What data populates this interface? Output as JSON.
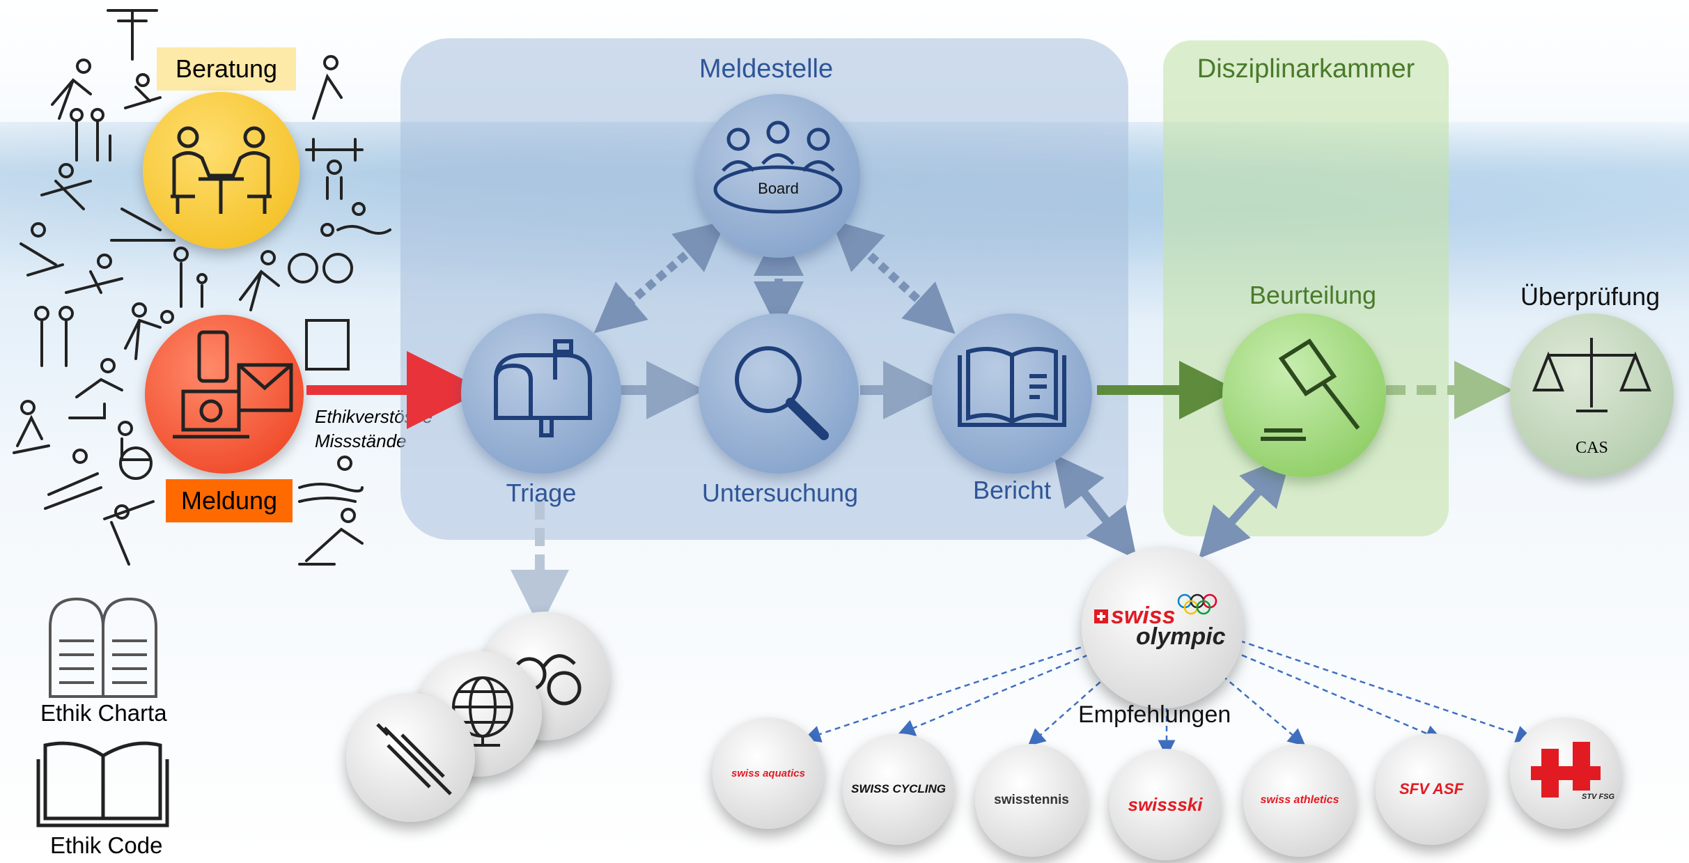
{
  "left": {
    "beratung_label": "Beratung",
    "meldung_label": "Meldung",
    "arrow_text_1": "Ethikverstösse",
    "arrow_text_2": "Missstände",
    "ethik_charta_label": "Ethik Charta",
    "ethik_code_label": "Ethik Code"
  },
  "meldestelle": {
    "title": "Meldestelle",
    "board_label": "Board",
    "triage_label": "Triage",
    "untersuchung_label": "Untersuchung",
    "bericht_label": "Bericht"
  },
  "disziplinarkammer": {
    "title": "Disziplinarkammer",
    "beurteilung_label": "Beurteilung"
  },
  "ueberpruefung": {
    "title": "Überprüfung",
    "cas_label": "CAS"
  },
  "swiss_olympic": {
    "logo_line1": "swiss",
    "logo_line2": "olympic",
    "empfehlungen_label": "Empfehlungen"
  },
  "federations": [
    {
      "name": "swiss aquatics"
    },
    {
      "name": "SWISS CYCLING"
    },
    {
      "name": "swisstennis"
    },
    {
      "name": "swissski"
    },
    {
      "name": "swiss athletics"
    },
    {
      "name": "SFV ASF"
    },
    {
      "name": "STV FSG"
    }
  ],
  "colors": {
    "beratung": "#f5c32c",
    "meldung": "#f04e2e",
    "meldestelle": "#2e5597",
    "disziplinarkammer": "#4a7a2b",
    "red_arrow": "#e8333a",
    "swiss_red": "#e21b23"
  }
}
